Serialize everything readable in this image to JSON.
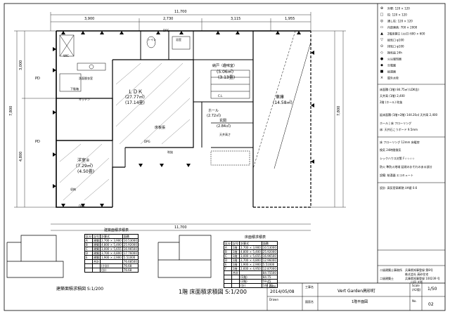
{
  "total_dims": {
    "top": "11,700",
    "bottom": "11,700",
    "left": "7,800",
    "right": "7,800"
  },
  "top_dims": [
    "3,900",
    "2,730",
    "3,115",
    "1,955"
  ],
  "left_dims": [
    "3,000",
    "4,800"
  ],
  "rooms": {
    "ldk_name": "ＬＤＫ",
    "ldk_area": "(27.77㎡)",
    "ldk_jou": "(17.14畳)",
    "hobby_name": "納戸（趣味室）",
    "hobby_area": "(5.06㎡)",
    "hobby_jou": "(3.13畳)",
    "youshitsu_name": "洋室④",
    "youshitsu_area": "(7.29㎡)",
    "youshitsu_jou": "(4.50畳)",
    "shako_name": "車庫",
    "shako_area": "(14.58㎡)",
    "hall": "ホール",
    "hall_area": "(2.72㎡)",
    "genkan": "玄関",
    "genkan_area": "(2.84㎡)",
    "fuki": "吹抜",
    "fukinuke": "床板張",
    "toilet": "トイレ",
    "bath": "浴室",
    "washroom": "洗面脱衣室",
    "kitchen": "キッチン",
    "storage": "収納",
    "wic": "WIC",
    "cl": "C.L",
    "stairs": "下駄箱",
    "note": "天井高さ"
  },
  "labels": {
    "pd": "PD",
    "pd2": "PD",
    "dpg": "DPG",
    "dpg2": "DPG",
    "dpg3": "DPG",
    "title_plan": "1階 床面積求積図 S:1/200",
    "title_site": "建築面積求積図 S:1/200"
  },
  "area_left": {
    "title": "建築面積求積表",
    "head": [
      "区分",
      "記号",
      "計算式",
      "面積"
    ],
    "rows": [
      [
        "A",
        "建築",
        "2,700 × 3,900",
        "10.53000"
      ],
      [
        "B",
        "建築",
        "4,800 × 5,400",
        "25.92000"
      ],
      [
        "C",
        "建築",
        "3,000 × 5,655",
        "16.96500"
      ],
      [
        "D",
        "建築",
        "3,700 × 4,800",
        "17.76000"
      ],
      [
        "E",
        "建築",
        "1,900 × 2,900",
        "5.51000"
      ],
      [
        "",
        "合計",
        "",
        "76.68500"
      ]
    ],
    "sum": [
      [
        "(小計)",
        "76.68"
      ],
      [
        "(計)",
        "76.68"
      ]
    ]
  },
  "area_right": {
    "title": "床面積求積表",
    "head": [
      "区分",
      "記号",
      "計算式",
      "面積"
    ],
    "rows": [
      [
        "A",
        "1階",
        "2,700 × 3,900",
        "10.53000"
      ],
      [
        "B",
        "1階",
        "4,800 × 5,400",
        "25.92000"
      ],
      [
        "C",
        "1階",
        "3,000 × 5,655",
        "16.96500"
      ],
      [
        "D",
        "1階",
        "2,700 × 4,800",
        "12.96000"
      ],
      [
        "E",
        "1階",
        "1,900 × 2,900",
        "5.51000"
      ],
      [
        "F",
        "1階",
        "2,600 × 4,950",
        "12.87000"
      ],
      [
        "",
        "合計",
        "",
        "84.75500"
      ]
    ],
    "sum": [
      [
        "(1階)",
        "84.75"
      ],
      [
        "(2階)",
        "59.45"
      ],
      [
        "(計)",
        "144.20"
      ]
    ]
  },
  "legend": [
    {
      "icon": "⊕",
      "text": "外壁: 120 × 120"
    },
    {
      "icon": "□",
      "text": "柱: 120 × 120"
    },
    {
      "icon": "◎",
      "text": "通し柱: 120 × 120"
    },
    {
      "icon": "▭",
      "text": "内部建具: 700 × 2000"
    },
    {
      "icon": "▲",
      "text": "2階床開口 (火打) 600 × 600"
    },
    {
      "icon": "▽",
      "text": "給気口 φ100"
    },
    {
      "icon": "⊙",
      "text": "排気口 φ100"
    },
    {
      "icon": "◇",
      "text": "換気扇 24h"
    },
    {
      "icon": "●",
      "text": "火災報知器"
    },
    {
      "icon": "◆",
      "text": "分電盤"
    },
    {
      "icon": "■",
      "text": "給湯器"
    },
    {
      "icon": "×",
      "text": "屋外水栓"
    }
  ],
  "notes": [
    "床面積 (1階) 84.75㎡ (LDK含)",
    "天井高 (1階) 2,400",
    "2階 (ホール) 吹抜",
    "延床面積 (1階+2階) 144.20㎡ 天井高 2,400",
    "ホール | 床 フローリング",
    "床: 天井石こうボード 9.5mm",
    "床 フローリング 12mm 床暖房",
    "換気 24時間換気",
    "シックハウス対策 F☆☆☆☆",
    "防火 準防火地域 延焼のおそれのある部分",
    "設備: 給湯器 エコキュート",
    "設計: 高気密高断熱 UA値 0.6"
  ],
  "title_block": {
    "office1": "二級建築士事務所",
    "office1_v": "兵庫県知事登録 第8号",
    "office2": "株式会社 高砂住宅",
    "office3": "二級建築士",
    "office3_v": "兵庫県知事登録 100239 号",
    "office4": "山田 太郎",
    "date_label": "Date",
    "date": "2014/05/08",
    "drawn_label": "Drawn",
    "project_label": "工事名",
    "project": "Vert Garden高砂町",
    "drawing_label": "図面名",
    "drawing": "1階平面図",
    "scale_label": "Scale",
    "scale_sub": "(A2版)",
    "scale": "1/50",
    "no_label": "No.",
    "no": "02"
  }
}
